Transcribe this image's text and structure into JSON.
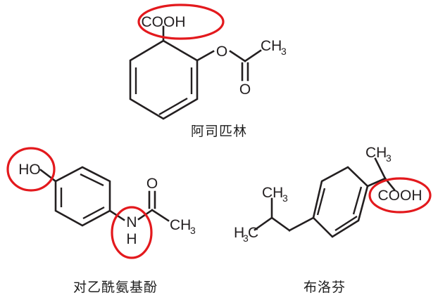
{
  "figure": {
    "background_color": "#ffffff",
    "highlight_color": "#e3191d",
    "bond_color": "#231f20"
  },
  "molecules": [
    {
      "id": "aspirin",
      "name_cn": "阿司匹林",
      "atom_labels": {
        "carboxyl": "COOH",
        "ester_oxygen": "O",
        "carbonyl_oxygen": "O",
        "methyl": "CH",
        "methyl_sub": "3"
      },
      "highlight_group": "COOH"
    },
    {
      "id": "paracetamol",
      "name_cn": "对乙酰氨基酚",
      "atom_labels": {
        "hydroxyl": "HO",
        "amide_nitrogen": "N",
        "amide_hydrogen": "H",
        "carbonyl_oxygen": "O",
        "methyl": "CH",
        "methyl_sub": "3"
      },
      "highlight_groups": [
        "HO",
        "NH"
      ]
    },
    {
      "id": "ibuprofen",
      "name_cn": "布洛芬",
      "atom_labels": {
        "methyl_top": "CH",
        "methyl_top_sub": "3",
        "methyl_mid": "CH",
        "methyl_mid_sub": "3",
        "methyl_left": "H",
        "methyl_left_sub": "3",
        "methyl_left_tail": "C",
        "carboxyl": "COOH"
      },
      "highlight_group": "COOH"
    }
  ]
}
